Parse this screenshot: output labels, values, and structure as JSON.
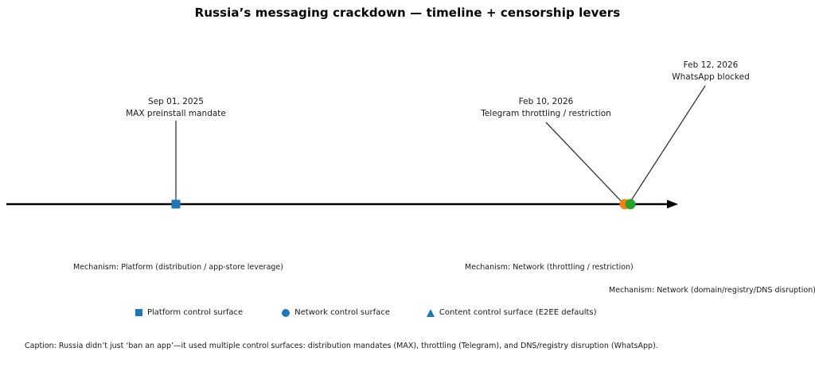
{
  "figure": {
    "title": "Russia’s messaging crackdown — timeline + censorship levers",
    "caption": "Caption: Russia didn’t just ‘ban an app’—it used multiple control surfaces: distribution mandates (MAX), throttling (Telegram), and DNS/registry disruption (WhatsApp)."
  },
  "colors": {
    "axis": "#000000",
    "leader": "#333333",
    "platform_blue": "#1f77b4",
    "network_orange": "#ff7f0e",
    "dns_green": "#2ca02c",
    "text": "#1a1a1a"
  },
  "events": [
    {
      "date": "Sep 01, 2025",
      "label": "MAX preinstall mandate",
      "mechanism": "Mechanism: Platform (distribution / app-store leverage)",
      "marker": "square",
      "color": "#1f77b4"
    },
    {
      "date": "Feb 10, 2026",
      "label": "Telegram throttling / restriction",
      "mechanism": "Mechanism: Network (throttling / restriction)",
      "marker": "circle",
      "color": "#ff7f0e"
    },
    {
      "date": "Feb 12, 2026",
      "label": "WhatsApp blocked",
      "mechanism": "Mechanism: Network (domain/registry/DNS disruption)",
      "marker": "circle",
      "color": "#2ca02c"
    }
  ],
  "legend": [
    {
      "marker": "square",
      "label": "Platform control surface",
      "color": "#1f77b4"
    },
    {
      "marker": "circle",
      "label": "Network control surface",
      "color": "#1f77b4"
    },
    {
      "marker": "triangle",
      "label": "Content control surface (E2EE defaults)",
      "color": "#1f77b4"
    }
  ],
  "chart_data": {
    "type": "timeline",
    "title": "Russia’s messaging crackdown — timeline + censorship levers",
    "xlabel": "",
    "ylabel": "",
    "grid": false,
    "legend_position": "bottom",
    "axis": {
      "orientation": "horizontal",
      "arrow": "right",
      "ticks": [],
      "ticklabels": []
    },
    "points": [
      {
        "x": "Sep 01, 2025",
        "label": "MAX preinstall mandate",
        "marker": "square",
        "color": "#1f77b4",
        "mechanism": "Platform (distribution / app-store leverage)"
      },
      {
        "x": "Feb 10, 2026",
        "label": "Telegram throttling / restriction",
        "marker": "circle",
        "color": "#ff7f0e",
        "mechanism": "Network (throttling / restriction)"
      },
      {
        "x": "Feb 12, 2026",
        "label": "WhatsApp blocked",
        "marker": "circle",
        "color": "#2ca02c",
        "mechanism": "Network (domain/registry/DNS disruption)"
      }
    ],
    "annotations": [
      "Sep 01, 2025 / MAX preinstall mandate",
      "Feb 10, 2026 / Telegram throttling / restriction",
      "Feb 12, 2026 / WhatsApp blocked"
    ]
  }
}
